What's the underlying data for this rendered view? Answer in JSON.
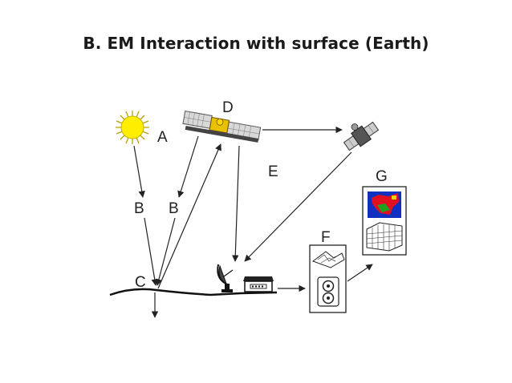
{
  "title": "B. EM Interaction with surface (Earth)",
  "labels": {
    "a": "A",
    "b_left": "B",
    "b_right": "B",
    "c": "C",
    "d": "D",
    "e": "E",
    "f": "F",
    "g": "G"
  },
  "colors": {
    "sun": "#ffee00",
    "line": "#222222",
    "image_red": "#e01020",
    "image_blue": "#1030c0",
    "image_green": "#20a020"
  },
  "icons": [
    "sun-icon",
    "satellite-icon",
    "relay-satellite-icon",
    "dish-antenna-icon",
    "ground-station-icon",
    "processing-unit-icon",
    "output-images-icon"
  ]
}
